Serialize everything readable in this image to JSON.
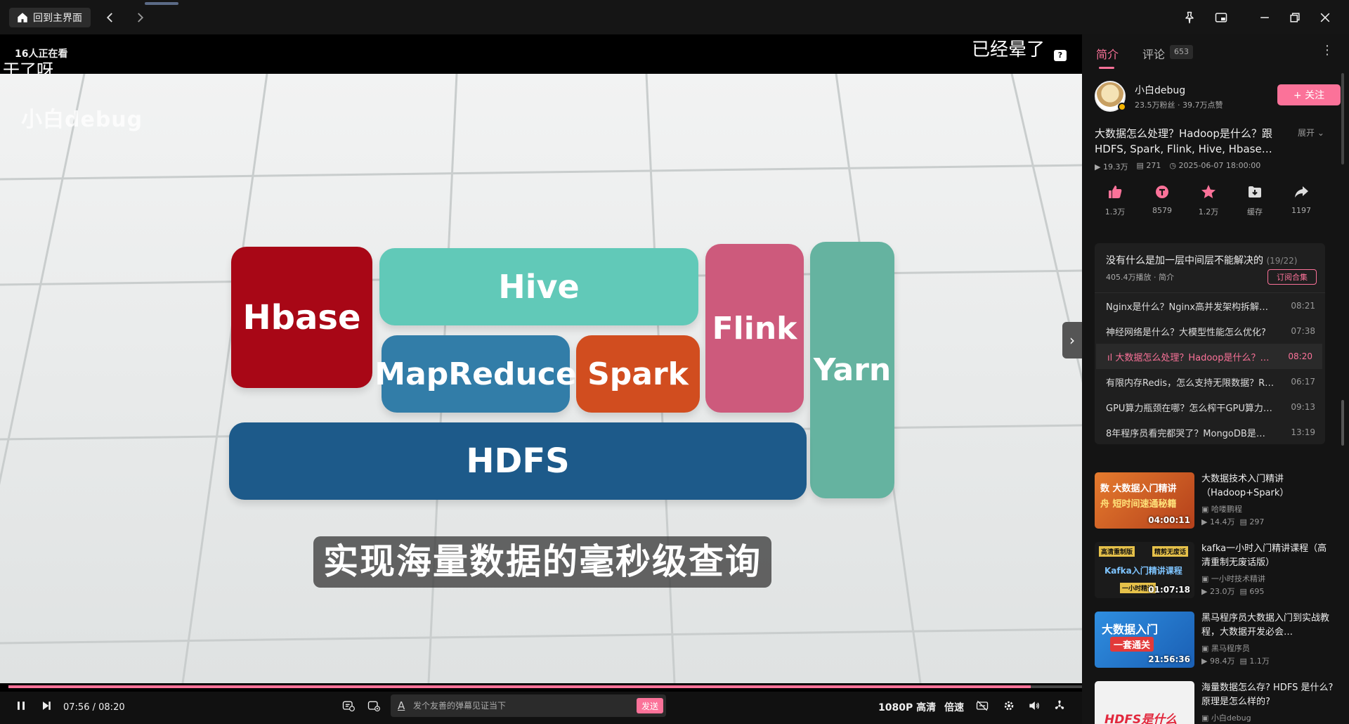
{
  "topbar": {
    "home_label": "回到主界面",
    "back_icon": "chevron-left-icon",
    "forward_icon": "chevron-right-icon"
  },
  "player": {
    "viewer_count": "16人正在看",
    "danmaku": [
      "干了呀",
      "已经晕了"
    ],
    "watermark": "小白debug",
    "blocks": {
      "hbase": "Hbase",
      "hive": "Hive",
      "mapreduce": "MapReduce",
      "spark": "Spark",
      "flink": "Flink",
      "yarn": "Yarn",
      "hdfs": "HDFS"
    },
    "subtitle": "实现海量数据的毫秒级查询",
    "current_time": "07:56",
    "separator": "/",
    "duration": "08:20",
    "progress_fraction": 0.952,
    "danmaku_placeholder": "发个友善的弹幕见证当下",
    "send_label": "发送",
    "quality_label": "1080P 高清",
    "speed_label": "倍速",
    "accent_color": "#fb7299"
  },
  "sidebar": {
    "tab_intro": "简介",
    "tab_comments": "评论",
    "comment_count": "653",
    "author": {
      "name": "小白debug",
      "stats": "23.5万粉丝 · 39.7万点赞",
      "follow_label": "+ 关注"
    },
    "video": {
      "title": "大数据怎么处理？Hadoop是什么？跟HDFS, Spark, Flink, Hive, Hbase…",
      "expand_label": "展开",
      "views": "19.3万",
      "danmaku_count": "271",
      "published": "2025-06-07 18:00:00"
    },
    "actions": [
      {
        "name": "like",
        "count": "1.3万"
      },
      {
        "name": "coin",
        "count": "8579"
      },
      {
        "name": "favorite",
        "count": "1.2万"
      },
      {
        "name": "cache",
        "count": "缓存"
      },
      {
        "name": "share",
        "count": "1197"
      }
    ],
    "playlist": {
      "title": "没有什么是加一层中间层不能解决的",
      "progress": "(19/22)",
      "sub": "405.4万播放 · 简介",
      "subscribe_label": "订阅合集",
      "items": [
        {
          "title": "Nginx是什么？Nginx高并发架构拆解…",
          "duration": "08:21"
        },
        {
          "title": "神经网络是什么？大模型性能怎么优化?",
          "duration": "07:38"
        },
        {
          "title": "大数据怎么处理？Hadoop是什么？…",
          "duration": "08:20"
        },
        {
          "title": "有限内存Redis，怎么支持无限数据？R…",
          "duration": "06:17"
        },
        {
          "title": "GPU算力瓶颈在哪？怎么榨干GPU算力…",
          "duration": "09:13"
        },
        {
          "title": "8年程序员看完都哭了？MongoDB是…",
          "duration": "13:19"
        }
      ]
    },
    "recommendations": [
      {
        "title": "大数据技术入门精讲（Hadoop+Spark）",
        "uploader": "哈喽鹏程",
        "views": "14.4万",
        "danmaku": "297",
        "duration": "04:00:11",
        "thumb_top": "数 大数据入门精讲",
        "thumb_bottom": "舟 短时间速通秘籍"
      },
      {
        "title": "kafka一小时入门精讲课程（高清重制无废话版）",
        "uploader": "一小时技术精讲",
        "views": "23.0万",
        "danmaku": "695",
        "duration": "01:07:18",
        "thumb_tag1": "高清重制版",
        "thumb_tag2": "精剪无废话",
        "thumb_mid": "Kafka入门精讲课程",
        "thumb_tag3": "一小时精讲"
      },
      {
        "title": "黑马程序员大数据入门到实战教程，大数据开发必会…",
        "uploader": "黑马程序员",
        "views": "98.4万",
        "danmaku": "1.1万",
        "duration": "21:56:36",
        "thumb_top": "大数据入门",
        "thumb_bottom": "一套通关"
      },
      {
        "title": "海量数据怎么存? HDFS 是什么? 原理是怎么样的?",
        "uploader": "小白debug",
        "views": "",
        "danmaku": "",
        "duration": "",
        "thumb_top": "HDFS是什么"
      }
    ]
  }
}
